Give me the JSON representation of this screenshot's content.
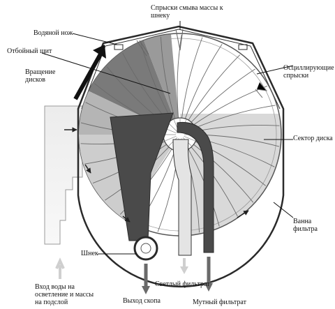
{
  "labels": {
    "spray_to_screw": "Спрыски смыва массы к\nшнеку",
    "water_knife": "Водяной нож",
    "deflector_shield": "Отбойный щит",
    "disc_rotation": "Вращение\nдисков",
    "oscillating_sprays": "Осциллирующие\nспрыски",
    "disc_sector": "Сектор диска",
    "filter_vat": "Ванна\nфильтра",
    "screw": "Шнек",
    "inlet": "Вход воды на\nосветление и массы\nна подслой",
    "clear_filtrate": "Светлый фильтрат",
    "cloudy_filtrate": "Мутный фильтрат",
    "pulp_outlet": "Выход скопа"
  },
  "colors": {
    "line": "#2a2a2a",
    "dark_pipe": "#4a4a4a",
    "sector_dark": "#777777",
    "sector_mid": "#a0a0a0",
    "sector_light": "#c8c8c8",
    "clear_pipe": "#e4e4e4",
    "liquid": "#d9d9d9",
    "gray_arrow": "#6a6a6a",
    "pale_arrow": "#cfcfcf"
  }
}
